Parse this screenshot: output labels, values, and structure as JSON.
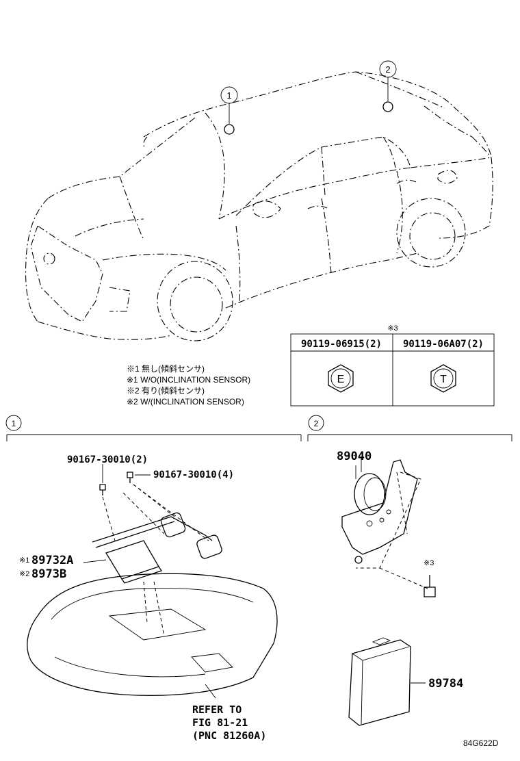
{
  "callouts": {
    "c1": "1",
    "c2": "2"
  },
  "notes": {
    "n1": "※1 無し(傾斜センサ)",
    "n2": "※1 W/O(INCLINATION SENSOR)",
    "n3": "※2 有り(傾斜センサ)",
    "n4": "※2 W/(INCLINATION SENSOR)"
  },
  "table": {
    "mark": "※3",
    "col1_part": "90119-06915(2)",
    "col2_part": "90119-06A07(2)",
    "col1_symbol": "E",
    "col2_symbol": "T"
  },
  "section1": {
    "number": "1",
    "part_a": "90167-30010(2)",
    "part_b": "90167-30010(4)",
    "part_c_mark": "※1",
    "part_c": "89732A",
    "part_d_mark": "※2",
    "part_d": "8973B",
    "refer_line1": "REFER TO",
    "refer_line2": "FIG 81-21",
    "refer_line3": "(PNC 81260A)"
  },
  "section2": {
    "number": "2",
    "part_a": "89040",
    "mark3": "※3",
    "part_b": "89784"
  },
  "footer": {
    "code": "84G622D"
  }
}
